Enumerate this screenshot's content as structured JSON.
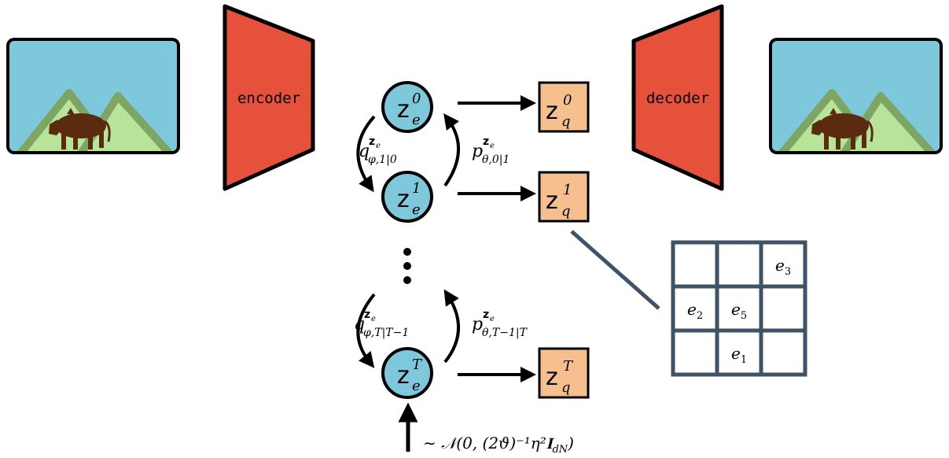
{
  "encoder": {
    "label": "encoder"
  },
  "decoder": {
    "label": "decoder"
  },
  "latents": [
    {
      "base": "z",
      "sub": "e",
      "sup": "0"
    },
    {
      "base": "z",
      "sub": "e",
      "sup": "1"
    },
    {
      "base": "z",
      "sub": "e",
      "sup": "T"
    }
  ],
  "quantized": [
    {
      "base": "z",
      "sub": "q",
      "sup": "0"
    },
    {
      "base": "z",
      "sub": "q",
      "sup": "1"
    },
    {
      "base": "z",
      "sub": "q",
      "sup": "T"
    }
  ],
  "transitions": {
    "q_top": {
      "base": "q",
      "sup": "z",
      "supsub": "e",
      "sub": "φ,1|0"
    },
    "p_top": {
      "base": "p",
      "sup": "z",
      "supsub": "e",
      "sub": "θ,0|1"
    },
    "q_bottom": {
      "base": "q",
      "sup": "z",
      "supsub": "e",
      "sub": "φ,T|T−1"
    },
    "p_bottom": {
      "base": "p",
      "sup": "z",
      "supsub": "e",
      "sub": "θ,T−1|T"
    }
  },
  "noise": {
    "label": "∼ 𝒩(0, (2ϑ)⁻¹η²𝐈",
    "sub": "dN",
    "close": ")"
  },
  "codebook": {
    "cells": [
      [
        "",
        "",
        "e3"
      ],
      [
        "e2",
        "e5",
        ""
      ],
      [
        "",
        "e1",
        ""
      ]
    ]
  },
  "colors": {
    "encoder": "#e5513a",
    "latent": "#7ec8dc",
    "quantized": "#f6c08e",
    "grid": "#3f5366",
    "sky": "#7ec8dc",
    "mountain": "#b8e49a",
    "mountain_edge": "#7fa564",
    "animal": "#5a2b0e"
  }
}
